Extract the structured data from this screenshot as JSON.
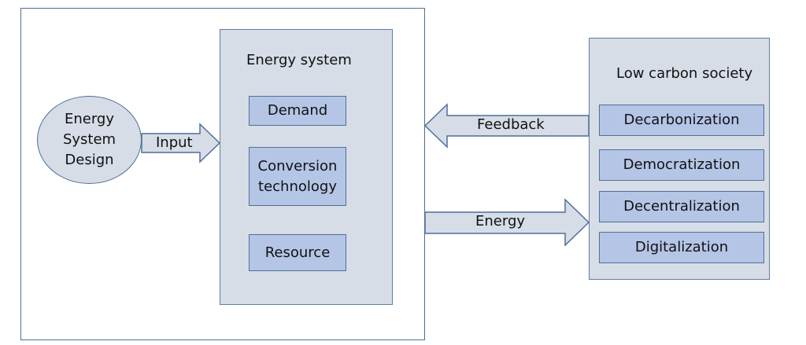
{
  "diagram": {
    "design_node": {
      "lines": [
        "Energy",
        "System",
        "Design"
      ]
    },
    "energy_system": {
      "title": "Energy system",
      "items": [
        {
          "label": "Demand"
        },
        {
          "label": "Conversion technology"
        },
        {
          "label": "Resource"
        }
      ]
    },
    "low_carbon_society": {
      "title": "Low carbon society",
      "items": [
        {
          "label": "Decarbonization"
        },
        {
          "label": "Democratization"
        },
        {
          "label": "Decentralization"
        },
        {
          "label": "Digitalization"
        }
      ]
    },
    "arrows": {
      "input_label": "Input",
      "feedback_label": "Feedback",
      "energy_label": "Energy"
    },
    "colors": {
      "panel_fill": "#d6dde7",
      "item_fill": "#b4c5e6",
      "border": "#4f6f98"
    }
  }
}
